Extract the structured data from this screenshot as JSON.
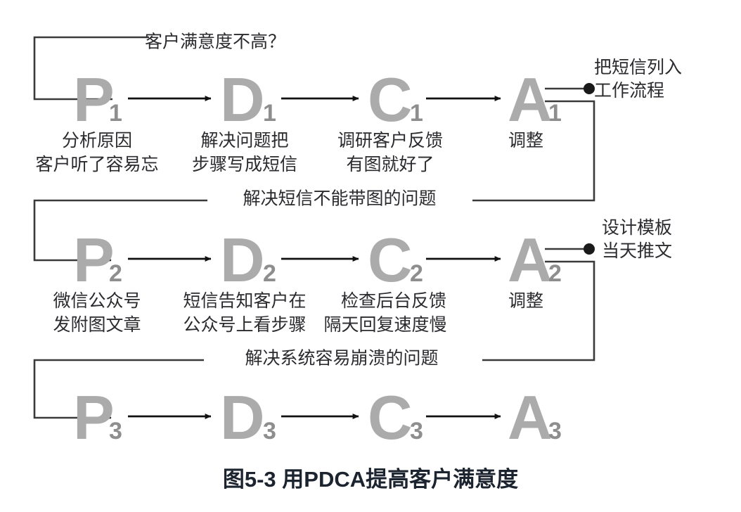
{
  "figure": {
    "title": "图5-3 用PDCA提高客户满意度",
    "top_trigger_label": "客户满意度不高？"
  },
  "colors": {
    "letter_gray": "#ababab",
    "subscript_gray": "#8e8e8e",
    "text_dark": "#2b2b2f",
    "line_dark": "#3a3a3a",
    "arrow_black": "#111111",
    "title_navy": "#1c2430",
    "background": "#ffffff"
  },
  "cycles": [
    {
      "id": "cycle-1",
      "stages": [
        {
          "letter": "P",
          "sub": "1",
          "caption_lines": [
            "分析原因",
            "客户听了容易忘"
          ]
        },
        {
          "letter": "D",
          "sub": "1",
          "caption_lines": [
            "解决问题把",
            "步骤写成短信"
          ]
        },
        {
          "letter": "C",
          "sub": "1",
          "caption_lines": [
            "调研客户反馈",
            "有图就好了"
          ]
        },
        {
          "letter": "A",
          "sub": "1",
          "caption_lines": [
            "调整"
          ]
        }
      ],
      "annotation_lines": [
        "把短信列入",
        "工作流程"
      ]
    },
    {
      "id": "cycle-2",
      "stages": [
        {
          "letter": "P",
          "sub": "2",
          "caption_lines": [
            "微信公众号",
            "发附图文章"
          ]
        },
        {
          "letter": "D",
          "sub": "2",
          "caption_lines": [
            "短信告知客户在",
            "公众号上看步骤"
          ]
        },
        {
          "letter": "C",
          "sub": "2",
          "caption_lines": [
            "检查后台反馈",
            "隔天回复速度慢"
          ]
        },
        {
          "letter": "A",
          "sub": "2",
          "caption_lines": [
            "调整"
          ]
        }
      ],
      "annotation_lines": [
        "设计模板",
        "当天推文"
      ]
    },
    {
      "id": "cycle-3",
      "stages": [
        {
          "letter": "P",
          "sub": "3",
          "caption_lines": []
        },
        {
          "letter": "D",
          "sub": "3",
          "caption_lines": []
        },
        {
          "letter": "C",
          "sub": "3",
          "caption_lines": []
        },
        {
          "letter": "A",
          "sub": "3",
          "caption_lines": []
        }
      ],
      "annotation_lines": []
    }
  ],
  "loop_labels": [
    {
      "id": "loop-1-to-2",
      "text": "解决短信不能带图的问题"
    },
    {
      "id": "loop-2-to-3",
      "text": "解决系统容易崩溃的问题"
    }
  ]
}
